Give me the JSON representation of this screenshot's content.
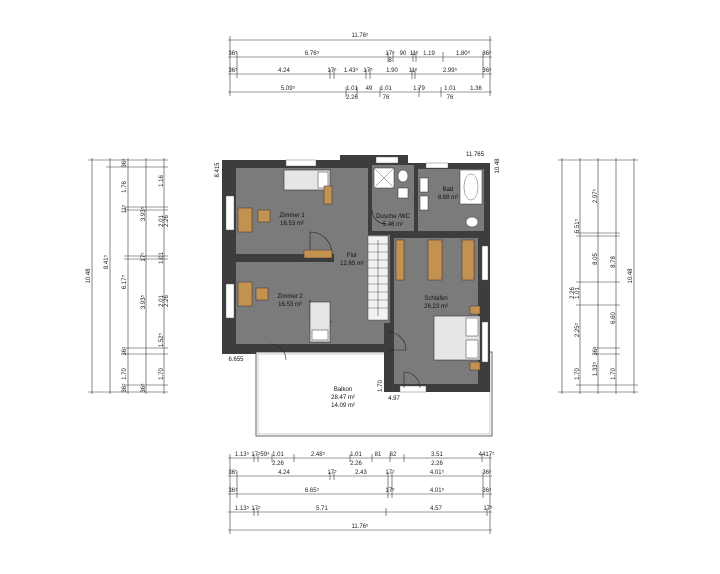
{
  "colors": {
    "wall": "#3d3d3d",
    "floor": "#7b7b7b",
    "furniture": "#c4914f",
    "fixture": "#e8e8e8",
    "line": "#333333"
  },
  "top_dims": {
    "overall": "11.76⁵",
    "row1": [
      "36⁵",
      "6.76⁵",
      "17⁵",
      "90",
      "11⁵",
      "1.19",
      "1.80⁵",
      "36⁵"
    ],
    "row1_sub": "8",
    "row2": [
      "36⁵",
      "4.24",
      "17⁵",
      "1.43⁵",
      "17⁵",
      "1.90",
      "11⁵",
      "2.99⁵",
      "36⁵"
    ],
    "row3": [
      "5.09⁵",
      "1.01",
      "49",
      "1.01",
      "1.79",
      "1.01",
      "1.36"
    ],
    "row3_sub": [
      "2.26",
      "76",
      "76"
    ]
  },
  "bottom_dims": {
    "row1": [
      "1.13⁵",
      "17⁵",
      "59⁵",
      "1.01",
      "2.48⁵",
      "1.01",
      "81",
      "62",
      "3.51",
      "44",
      "17⁵"
    ],
    "row1_sub": [
      "2.26",
      "2.26",
      "2.26"
    ],
    "row2": [
      "36⁵",
      "4.24",
      "17⁵",
      "2.43",
      "17⁵",
      "4.01⁵",
      "36⁵"
    ],
    "row3": [
      "36⁵",
      "6.65⁵",
      "17⁵",
      "4.01⁵",
      "36⁵"
    ],
    "row4": [
      "1.13⁵",
      "17⁵",
      "5.71",
      "4.57",
      "17⁵"
    ],
    "overall": "11.76⁵"
  },
  "left_dims": {
    "col1": [
      "36⁵",
      "1.76",
      "11⁵",
      "3.93⁵",
      "17⁵",
      "3.93⁵",
      "36⁵",
      "1.70",
      "36⁵"
    ],
    "col2": [
      "1.16",
      "2.01",
      "2.26",
      "1.01",
      "2.01",
      "2.26",
      "1.52⁵",
      "1.70",
      "36⁵"
    ],
    "col3": [
      "8.41⁵",
      "6.17⁵"
    ],
    "overall": "10.48"
  },
  "right_dims": {
    "col1": [
      "2.97⁵",
      "5.51⁵",
      "1.01",
      "2.26",
      "2.25⁵",
      "1.70"
    ],
    "col2": [
      "8.05",
      "6.60",
      "1.33⁵",
      "36⁵"
    ],
    "col3": [
      "8.78",
      "1.70"
    ],
    "overall": "10.48"
  },
  "levels": {
    "top_left": "8.415",
    "top_right": "11.765",
    "right_upper": "10.48",
    "bottom_left": "6.655",
    "balkon_edge": "4.97",
    "balkon_side": "1.70"
  },
  "rooms": [
    {
      "name": "Zimmer 1",
      "area": "16.53 m²"
    },
    {
      "name": "Zimmer 2",
      "area": "16.53 m²"
    },
    {
      "name": "Flur",
      "area": "12.65 m²"
    },
    {
      "name": "Dusche /WC",
      "area": "5.46 m²"
    },
    {
      "name": "Bad",
      "area": "8.69 m²"
    },
    {
      "name": "Schlafen",
      "area": "26.23 m²"
    },
    {
      "name": "Balkon",
      "area": "28.47 m²",
      "area2": "14.09 m²"
    }
  ]
}
